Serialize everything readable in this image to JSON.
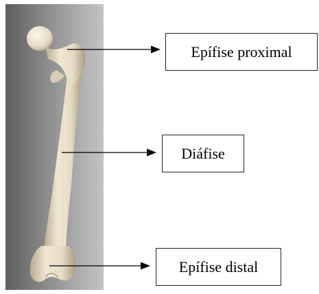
{
  "labels": {
    "proximal_epiphysis": "Epífise proximal",
    "diaphysis": "Diáfise",
    "distal_epiphysis": "Epífise distal"
  },
  "colors": {
    "background_gradient_dark": "#5e5e5e",
    "background_gradient_light": "#bdbdbd",
    "bone": "#ece3cf",
    "bone_shadow": "#b8ab8f",
    "arrow": "#000000",
    "box_border": "#222222"
  }
}
